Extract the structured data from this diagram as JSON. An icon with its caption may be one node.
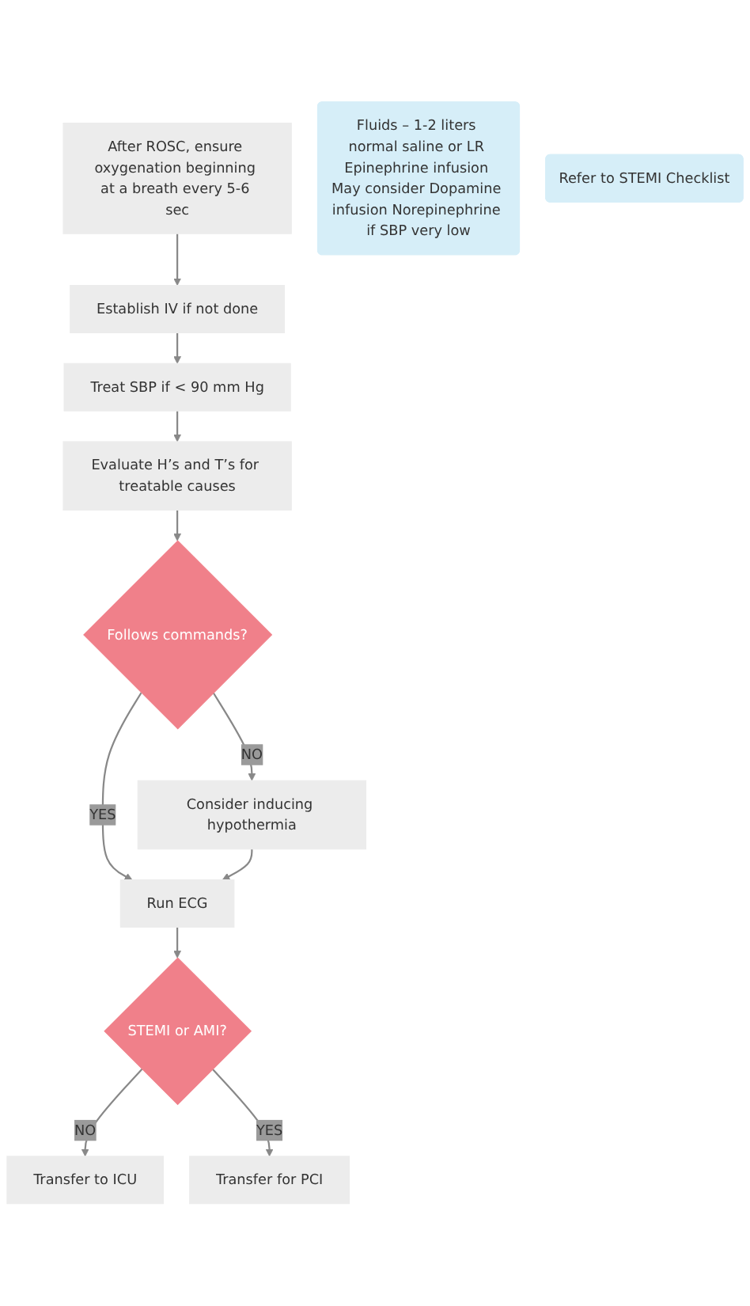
{
  "diagram": {
    "nodes": [
      {
        "text": [
          "After ROSC, ensure oxygenation beginning at a breath every 5-6 sec"
        ]
      },
      {
        "text": [
          "Establish IV if not done"
        ]
      },
      {
        "text": [
          "Fluids – 1-2 liters normal saline or LR Epinephrine infusion May consider Dopamine infusion Norepinephrine if SBP very low"
        ]
      },
      {
        "text": [
          "Treat SBP if < 90 mm Hg"
        ]
      },
      {
        "text": [
          "Evaluate H’s and T’s for treatable causes"
        ]
      },
      {
        "text": [
          "Follows commands?"
        ]
      },
      {
        "text": [
          "Consider inducing hypothermia"
        ]
      },
      {
        "text": [
          "Run ECG"
        ]
      },
      {
        "text": [
          "STEMI or AMI?"
        ]
      },
      {
        "text": [
          "Transfer to ICU"
        ]
      },
      {
        "text": [
          "Refer to STEMI Checklist"
        ]
      },
      {
        "text": [
          "Transfer for PCI"
        ]
      }
    ],
    "edges": [
      {
        "from": 0,
        "to": 1,
        "arrow": "to"
      },
      {
        "from": 1,
        "to": 3,
        "arrow": "to"
      },
      {
        "from": 3,
        "to": 4,
        "arrow": "to"
      },
      {
        "from": 4,
        "to": 5,
        "arrow": "to"
      },
      {
        "from": 5,
        "to": 6,
        "arrow": "to",
        "label": "NO"
      },
      {
        "from": 5,
        "to": 7,
        "arrow": "to",
        "label": "YES"
      },
      {
        "from": 6,
        "to": 7,
        "arrow": "to"
      },
      {
        "from": 7,
        "to": 8,
        "arrow": "to"
      },
      {
        "from": 8,
        "to": 9,
        "arrow": "to",
        "label": "NO"
      },
      {
        "from": 8,
        "to": 11,
        "arrow": "to",
        "label": "YES"
      }
    ]
  }
}
